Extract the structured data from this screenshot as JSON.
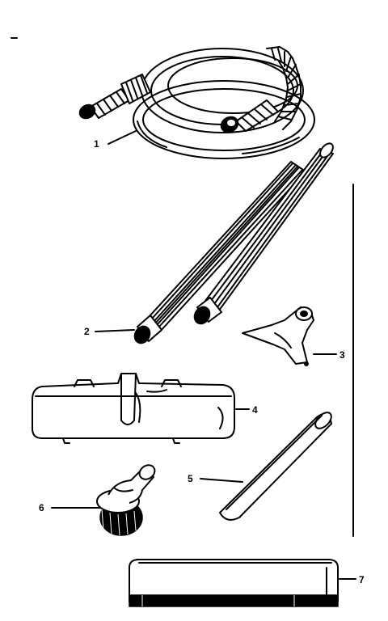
{
  "diagram": {
    "callouts": [
      {
        "id": "1",
        "label": "1",
        "part": "hose"
      },
      {
        "id": "2",
        "label": "2",
        "part": "extension-wands"
      },
      {
        "id": "3",
        "label": "3",
        "part": "upholstery-tool"
      },
      {
        "id": "4",
        "label": "4",
        "part": "floor-nozzle"
      },
      {
        "id": "5",
        "label": "5",
        "part": "crevice-tool"
      },
      {
        "id": "6",
        "label": "6",
        "part": "dusting-brush"
      },
      {
        "id": "7",
        "label": "7",
        "part": "floor-brush"
      }
    ]
  },
  "colors": {
    "ink": "#000000",
    "paper": "#ffffff"
  }
}
